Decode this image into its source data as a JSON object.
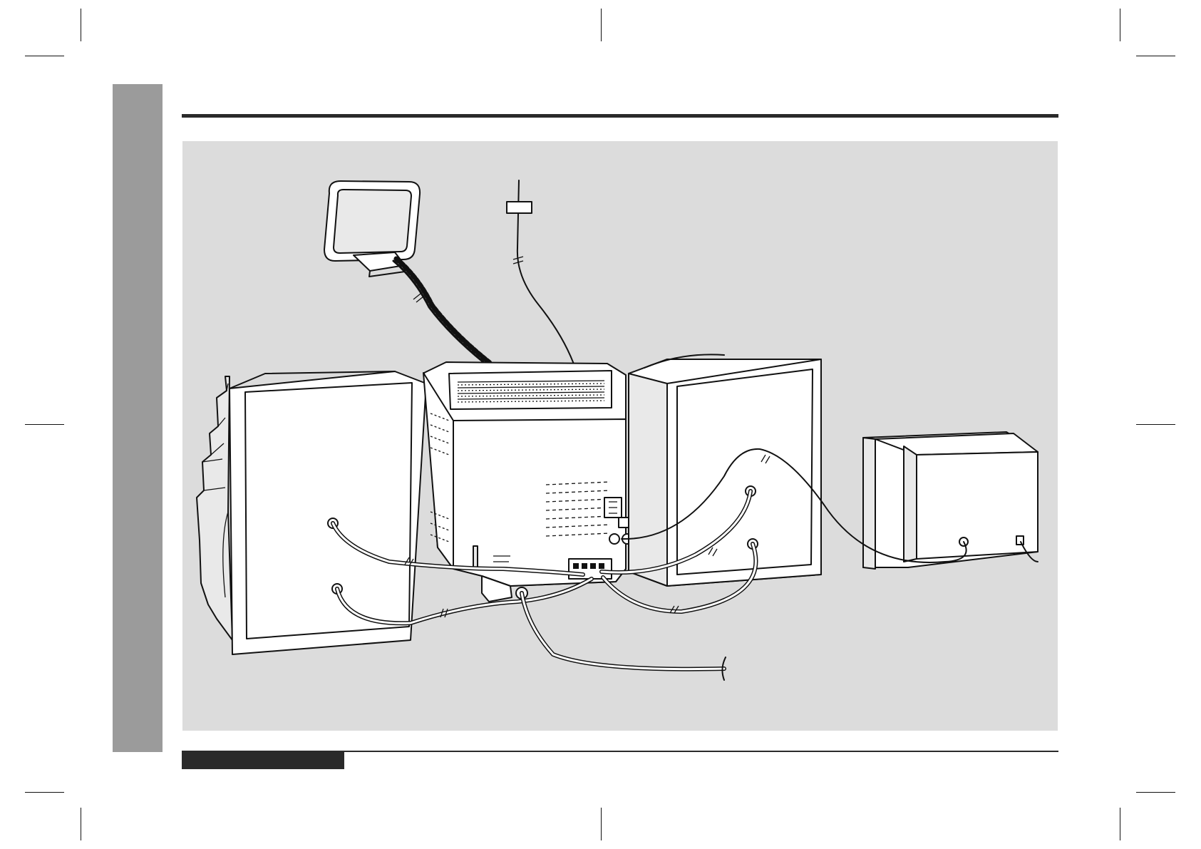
{
  "page": {
    "header_rule": "",
    "footer_label": ""
  },
  "figure": {
    "components": [
      {
        "name": "am-loop-antenna"
      },
      {
        "name": "fm-wire-antenna"
      },
      {
        "name": "left-speaker"
      },
      {
        "name": "main-unit"
      },
      {
        "name": "right-speaker"
      },
      {
        "name": "television"
      },
      {
        "name": "ac-power-cord"
      }
    ]
  }
}
